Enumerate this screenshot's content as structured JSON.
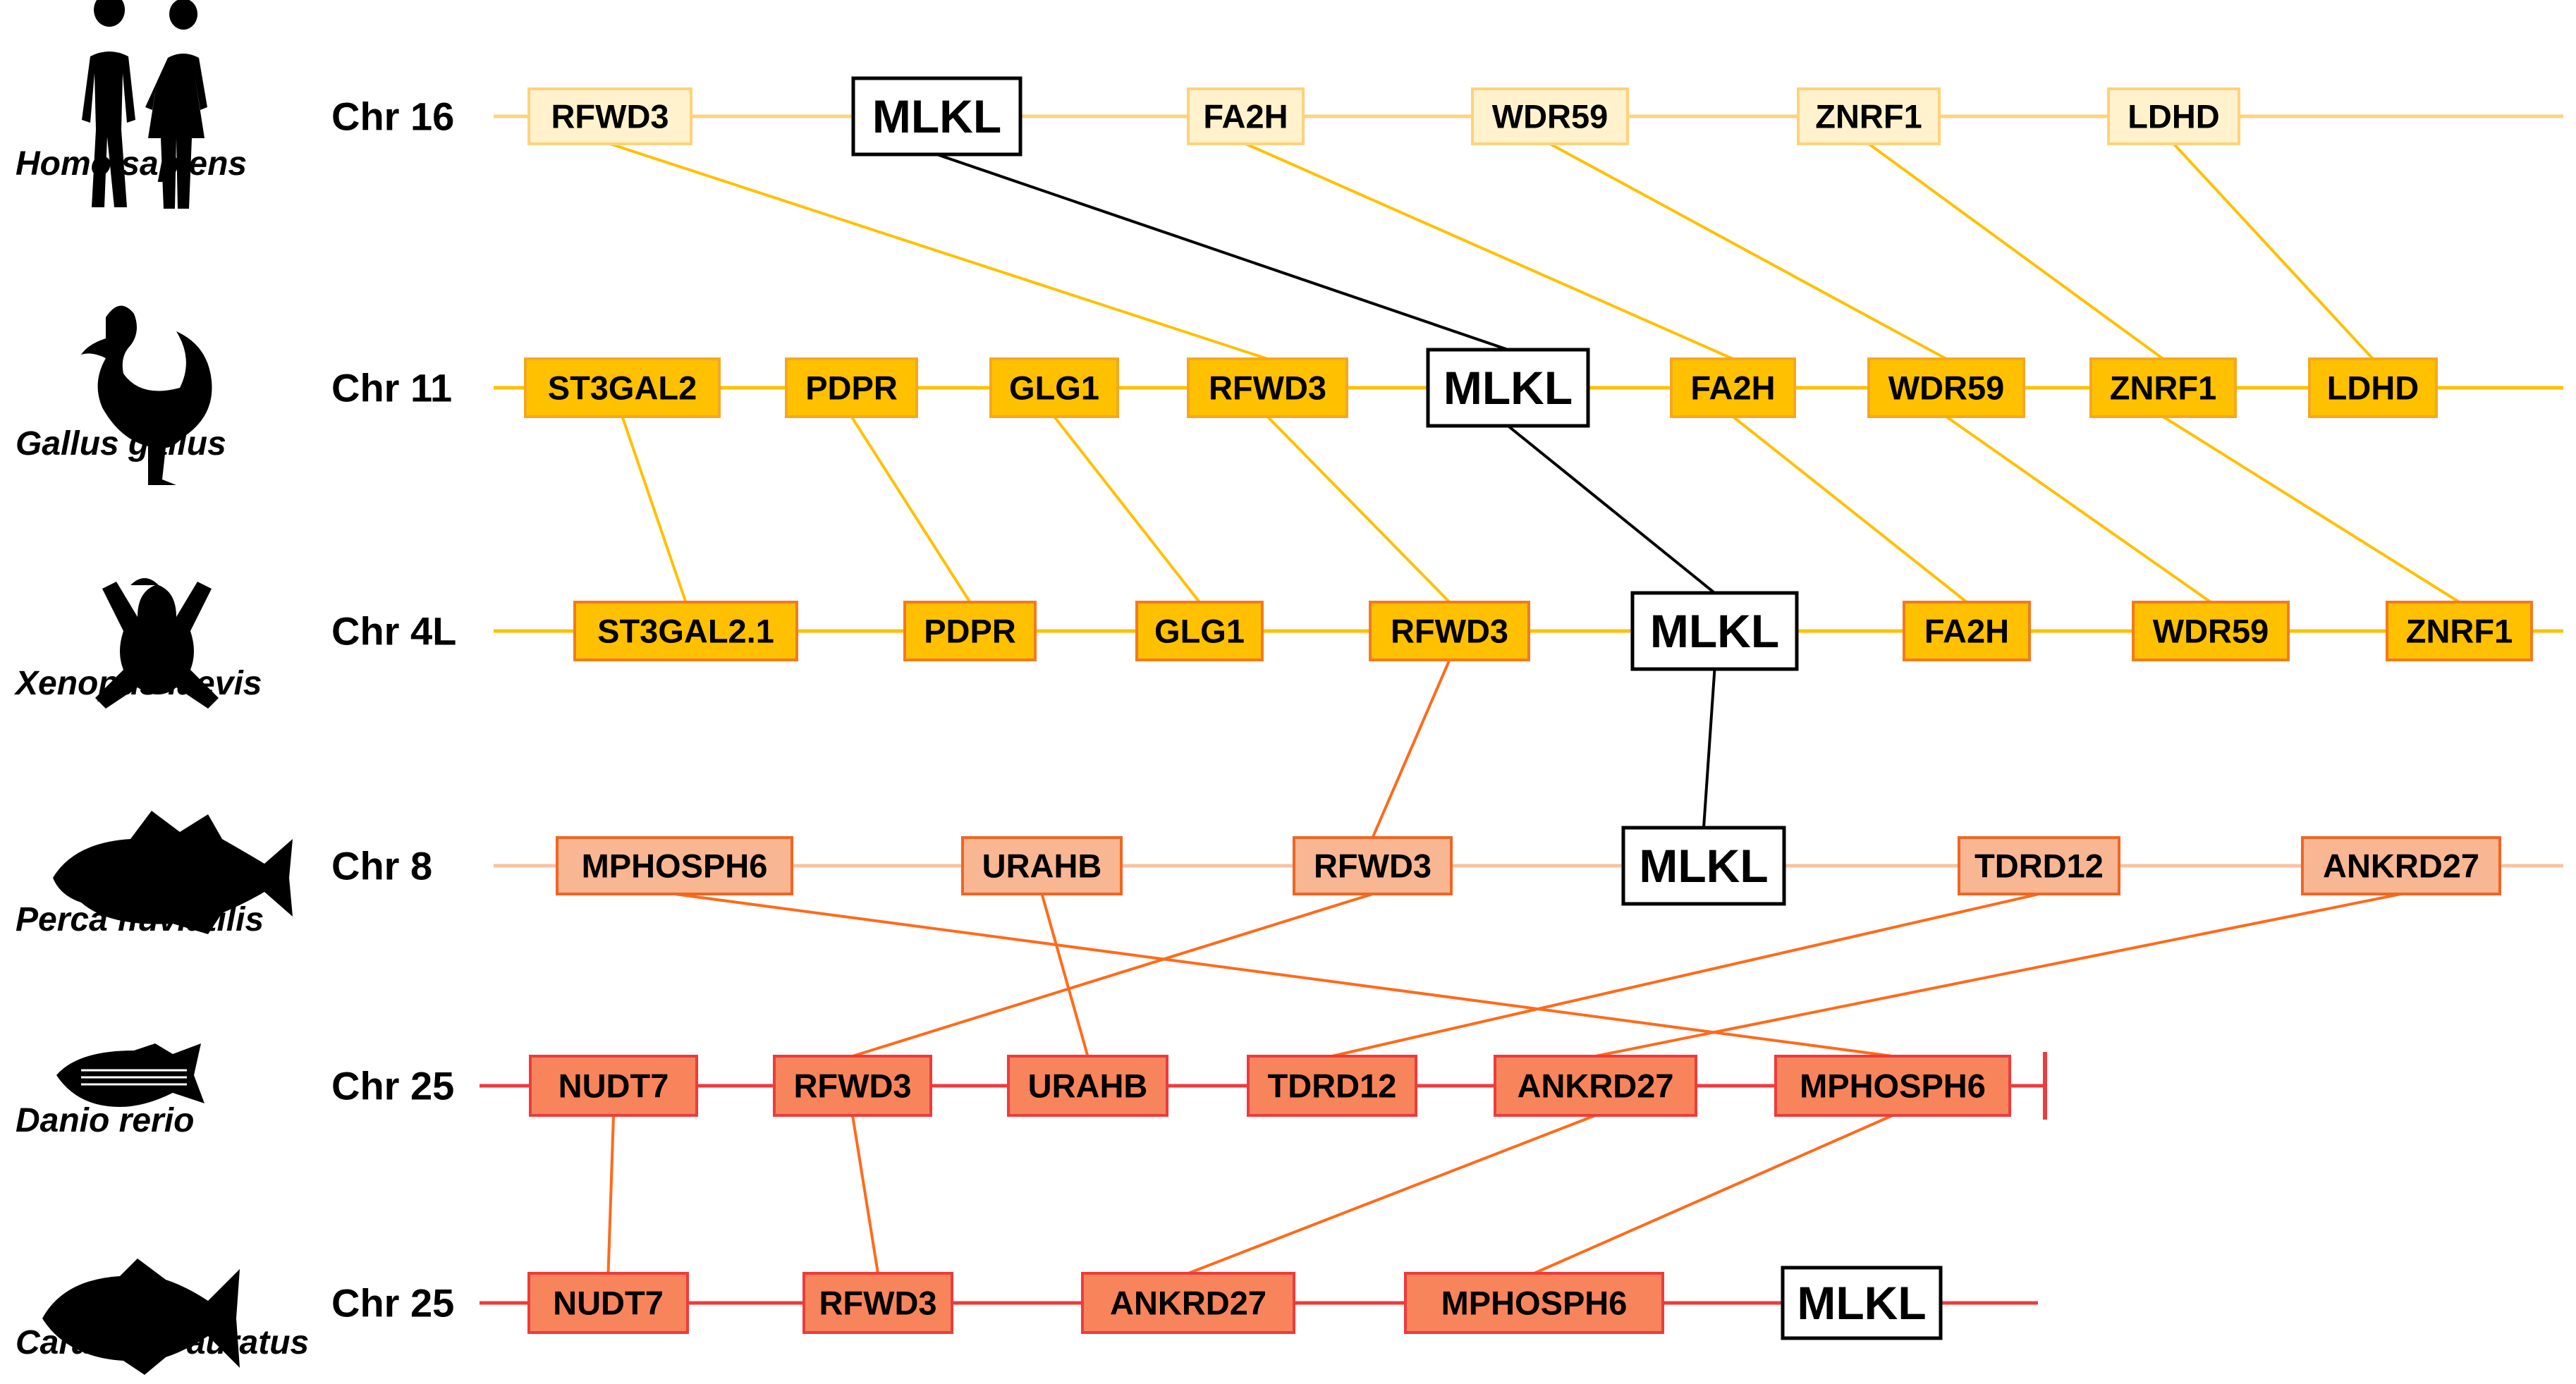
{
  "colors": {
    "homo": {
      "line": "#FFD27A",
      "fill": "#FFF2CC",
      "stroke": "#FFD27A"
    },
    "gallus": {
      "line": "#FFC000",
      "fill": "#FFC000",
      "stroke": "#F4A820"
    },
    "xenopus": {
      "line": "#FFC000",
      "fill": "#FFC000",
      "stroke": "#F47A20"
    },
    "perca": {
      "line": "#F8C2A2",
      "fill": "#F8B692",
      "stroke": "#F26522"
    },
    "danio": {
      "line": "#EE3B3B",
      "fill": "#F8845C",
      "stroke": "#EE3B3B"
    },
    "carassius": {
      "line": "#EE3B3B",
      "fill": "#F8845C",
      "stroke": "#EE3B3B"
    },
    "link_yellow": "#FFC000",
    "link_orange": "#FF6A1A",
    "link_mlkl": "#000000"
  },
  "tracks": [
    {
      "key": "homo",
      "species": "Homo sapiens",
      "chromosome": "Chr 16",
      "icon": "human-silhouette-icon",
      "genes": [
        {
          "id": "h-RFWD3",
          "label": "RFWD3"
        },
        {
          "id": "h-MLKL",
          "label": "MLKL",
          "mlkl": true
        },
        {
          "id": "h-FA2H",
          "label": "FA2H"
        },
        {
          "id": "h-WDR59",
          "label": "WDR59"
        },
        {
          "id": "h-ZNRF1",
          "label": "ZNRF1"
        },
        {
          "id": "h-LDHD",
          "label": "LDHD"
        }
      ]
    },
    {
      "key": "gallus",
      "species": "Gallus gallus",
      "chromosome": "Chr 11",
      "icon": "rooster-silhouette-icon",
      "genes": [
        {
          "id": "g-ST3GAL2",
          "label": "ST3GAL2"
        },
        {
          "id": "g-PDPR",
          "label": "PDPR"
        },
        {
          "id": "g-GLG1",
          "label": "GLG1"
        },
        {
          "id": "g-RFWD3",
          "label": "RFWD3"
        },
        {
          "id": "g-MLKL",
          "label": "MLKL",
          "mlkl": true
        },
        {
          "id": "g-FA2H",
          "label": "FA2H"
        },
        {
          "id": "g-WDR59",
          "label": "WDR59"
        },
        {
          "id": "g-ZNRF1",
          "label": "ZNRF1"
        },
        {
          "id": "g-LDHD",
          "label": "LDHD"
        }
      ]
    },
    {
      "key": "xenopus",
      "species": "Xenopus laevis",
      "chromosome": "Chr 4L",
      "icon": "frog-silhouette-icon",
      "genes": [
        {
          "id": "x-ST3GAL2.1",
          "label": "ST3GAL2.1"
        },
        {
          "id": "x-PDPR",
          "label": "PDPR"
        },
        {
          "id": "x-GLG1",
          "label": "GLG1"
        },
        {
          "id": "x-RFWD3",
          "label": "RFWD3"
        },
        {
          "id": "x-MLKL",
          "label": "MLKL",
          "mlkl": true
        },
        {
          "id": "x-FA2H",
          "label": "FA2H"
        },
        {
          "id": "x-WDR59",
          "label": "WDR59"
        },
        {
          "id": "x-ZNRF1",
          "label": "ZNRF1"
        }
      ]
    },
    {
      "key": "perca",
      "species": "Perca fluviatilis",
      "chromosome": "Chr 8",
      "icon": "perch-silhouette-icon",
      "genes": [
        {
          "id": "p-MPHOSPH6",
          "label": "MPHOSPH6"
        },
        {
          "id": "p-URAHB",
          "label": "URAHB"
        },
        {
          "id": "p-RFWD3",
          "label": "RFWD3"
        },
        {
          "id": "p-MLKL",
          "label": "MLKL",
          "mlkl": true
        },
        {
          "id": "p-TDRD12",
          "label": "TDRD12"
        },
        {
          "id": "p-ANKRD27",
          "label": "ANKRD27"
        }
      ]
    },
    {
      "key": "danio",
      "species": "Danio rerio",
      "chromosome": "Chr 25",
      "icon": "zebrafish-silhouette-icon",
      "genes": [
        {
          "id": "d-NUDT7",
          "label": "NUDT7"
        },
        {
          "id": "d-RFWD3",
          "label": "RFWD3"
        },
        {
          "id": "d-URAHB",
          "label": "URAHB"
        },
        {
          "id": "d-TDRD12",
          "label": "TDRD12"
        },
        {
          "id": "d-ANKRD27",
          "label": "ANKRD27"
        },
        {
          "id": "d-MPHOSPH6",
          "label": "MPHOSPH6"
        }
      ]
    },
    {
      "key": "carassius",
      "species": "Carassius auratus",
      "chromosome": "Chr 25",
      "icon": "goldfish-silhouette-icon",
      "genes": [
        {
          "id": "c-NUDT7",
          "label": "NUDT7"
        },
        {
          "id": "c-RFWD3",
          "label": "RFWD3"
        },
        {
          "id": "c-ANKRD27",
          "label": "ANKRD27"
        },
        {
          "id": "c-MPHOSPH6",
          "label": "MPHOSPH6"
        },
        {
          "id": "c-MLKL",
          "label": "MLKL",
          "mlkl": true
        }
      ]
    }
  ],
  "links": [
    {
      "from": "h-RFWD3",
      "to": "g-RFWD3",
      "color": "link_yellow"
    },
    {
      "from": "h-MLKL",
      "to": "g-MLKL",
      "color": "link_mlkl"
    },
    {
      "from": "h-FA2H",
      "to": "g-FA2H",
      "color": "link_yellow"
    },
    {
      "from": "h-WDR59",
      "to": "g-WDR59",
      "color": "link_yellow"
    },
    {
      "from": "h-ZNRF1",
      "to": "g-ZNRF1",
      "color": "link_yellow"
    },
    {
      "from": "h-LDHD",
      "to": "g-LDHD",
      "color": "link_yellow"
    },
    {
      "from": "g-ST3GAL2",
      "to": "x-ST3GAL2.1",
      "color": "link_yellow"
    },
    {
      "from": "g-PDPR",
      "to": "x-PDPR",
      "color": "link_yellow"
    },
    {
      "from": "g-GLG1",
      "to": "x-GLG1",
      "color": "link_yellow"
    },
    {
      "from": "g-RFWD3",
      "to": "x-RFWD3",
      "color": "link_yellow"
    },
    {
      "from": "g-MLKL",
      "to": "x-MLKL",
      "color": "link_mlkl"
    },
    {
      "from": "g-FA2H",
      "to": "x-FA2H",
      "color": "link_yellow"
    },
    {
      "from": "g-WDR59",
      "to": "x-WDR59",
      "color": "link_yellow"
    },
    {
      "from": "g-ZNRF1",
      "to": "x-ZNRF1",
      "color": "link_yellow"
    },
    {
      "from": "x-RFWD3",
      "to": "p-RFWD3",
      "color": "link_orange"
    },
    {
      "from": "x-MLKL",
      "to": "p-MLKL",
      "color": "link_mlkl"
    },
    {
      "from": "p-MPHOSPH6",
      "to": "d-MPHOSPH6",
      "color": "link_orange"
    },
    {
      "from": "p-URAHB",
      "to": "d-URAHB",
      "color": "link_orange"
    },
    {
      "from": "p-RFWD3",
      "to": "d-RFWD3",
      "color": "link_orange"
    },
    {
      "from": "p-TDRD12",
      "to": "d-TDRD12",
      "color": "link_orange"
    },
    {
      "from": "p-ANKRD27",
      "to": "d-ANKRD27",
      "color": "link_orange"
    },
    {
      "from": "d-NUDT7",
      "to": "c-NUDT7",
      "color": "link_orange"
    },
    {
      "from": "d-RFWD3",
      "to": "c-RFWD3",
      "color": "link_orange"
    },
    {
      "from": "d-ANKRD27",
      "to": "c-ANKRD27",
      "color": "link_orange"
    },
    {
      "from": "d-MPHOSPH6",
      "to": "c-MPHOSPH6",
      "color": "link_orange"
    }
  ]
}
